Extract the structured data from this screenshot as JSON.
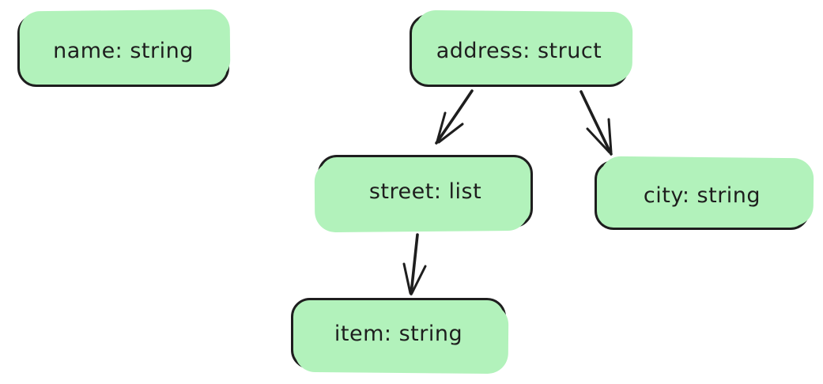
{
  "diagram": {
    "type": "schema-tree",
    "style": "hand-drawn (excalidraw-like)",
    "colors": {
      "node_fill": "#b2f2bb",
      "node_stroke": "#1e1e1e",
      "background": "#ffffff"
    },
    "nodes": [
      {
        "id": "name",
        "label": "name: string"
      },
      {
        "id": "address",
        "label": "address: struct"
      },
      {
        "id": "street",
        "label": "street: list"
      },
      {
        "id": "city",
        "label": "city: string"
      },
      {
        "id": "item",
        "label": "item: string"
      }
    ],
    "edges": [
      {
        "from": "address",
        "to": "street"
      },
      {
        "from": "address",
        "to": "city"
      },
      {
        "from": "street",
        "to": "item"
      }
    ]
  }
}
